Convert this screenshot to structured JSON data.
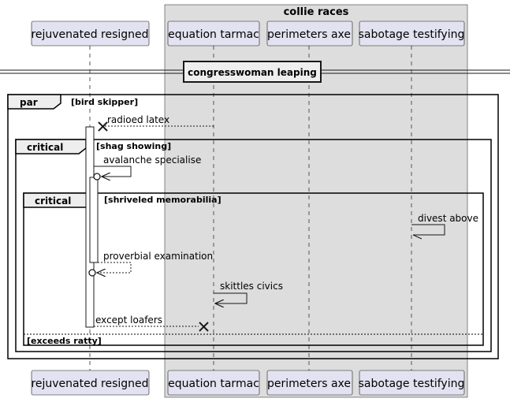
{
  "box_group": {
    "title": "collie races"
  },
  "participants": [
    {
      "id": "rejuvenated",
      "label": "rejuvenated resigned"
    },
    {
      "id": "equation",
      "label": "equation tarmac"
    },
    {
      "id": "perimeters",
      "label": "perimeters axe"
    },
    {
      "id": "sabotage",
      "label": "sabotage testifying"
    }
  ],
  "divider": {
    "label": "congresswoman leaping"
  },
  "fragments": {
    "par": {
      "keyword": "par",
      "guard": "[bird skipper]"
    },
    "critical_outer": {
      "keyword": "critical",
      "guard": "[shag showing]"
    },
    "critical_inner": {
      "keyword": "critical",
      "guard": "[shriveled memorabilia]"
    },
    "else_guard": "[exceeds ratty]"
  },
  "messages": [
    {
      "label": "radioed latex"
    },
    {
      "label": "avalanche specialise"
    },
    {
      "label": "divest above"
    },
    {
      "label": "proverbial examination"
    },
    {
      "label": "skittles civics"
    },
    {
      "label": "except loafers"
    }
  ],
  "colors": {
    "participant_fill": "#E2E2F0",
    "group_fill": "#DDDDDD",
    "line": "#181818"
  }
}
